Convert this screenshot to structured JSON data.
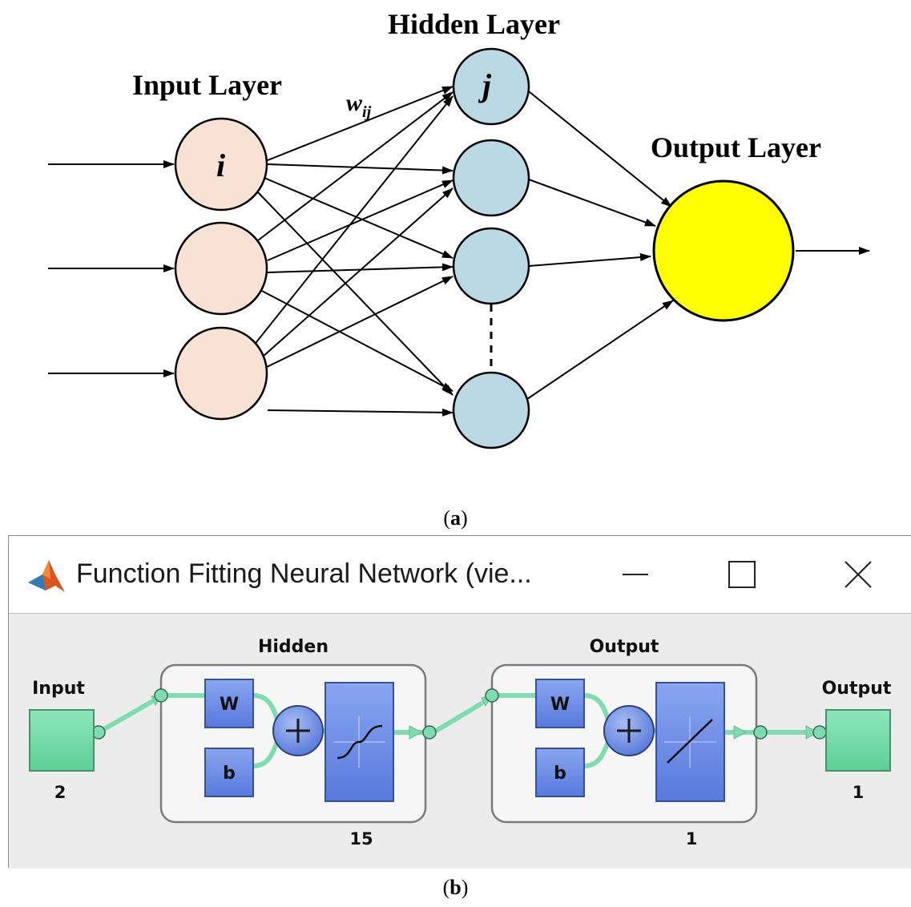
{
  "figure_a": {
    "input_layer_label": "Input Layer",
    "hidden_layer_label": "Hidden Layer",
    "output_layer_label": "Output Layer",
    "input_node_label": "i",
    "hidden_node_label": "j",
    "weight_label_main": "w",
    "weight_label_sub": "ij",
    "colors": {
      "input": "#f8e2d3",
      "hidden": "#bad9e3",
      "output": "#ffff00"
    }
  },
  "caption_a": {
    "open": "(",
    "letter": "a",
    "close": ")"
  },
  "window": {
    "title": "Function Fitting Neural Network (vie...",
    "minimize_glyph": "—",
    "maximize_glyph": "☐",
    "close_glyph": "✕"
  },
  "network": {
    "input_label": "Input",
    "input_size": "2",
    "hidden_label": "Hidden",
    "hidden_size": "15",
    "output_layer_label": "Output",
    "output_layer_size": "1",
    "output_label": "Output",
    "output_size": "1",
    "weight_label": "W",
    "bias_label": "b",
    "sum_symbol": "+",
    "colors": {
      "block": "#6d8ee8",
      "io": "#6fdaa5",
      "wire": "#7fdcb0"
    }
  },
  "caption_b": {
    "open": "(",
    "letter": "b",
    "close": ")"
  }
}
